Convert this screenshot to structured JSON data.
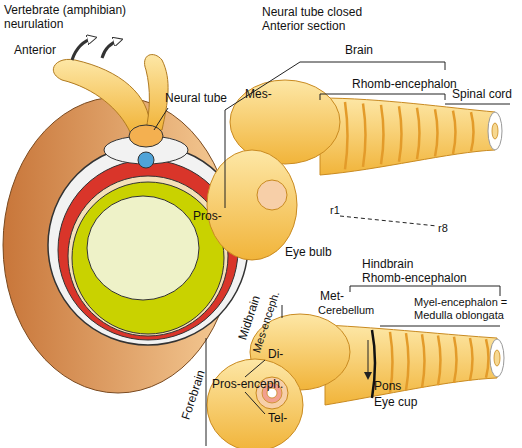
{
  "diagram": {
    "labels": [
      "Vertebrate (amphibian) neurulation",
      "Anterior",
      "Neural tube",
      "Neural tube closed Anterior section",
      "Brain",
      "Mes-",
      "Rhomb-encephalon",
      "Spinal cord",
      "Pros-",
      "r1",
      "r8",
      "Eye bulb",
      "Hindbrain",
      "Rhomb-encephalon",
      "Met-",
      "Cerebellum",
      "Myel-encephalon = Medulla oblongata",
      "Midbrain",
      "Mes-enceph.",
      "Di-",
      "Pros-enceph.",
      "Forebrain",
      "Tel-",
      "Pons",
      "Eye cup"
    ]
  }
}
